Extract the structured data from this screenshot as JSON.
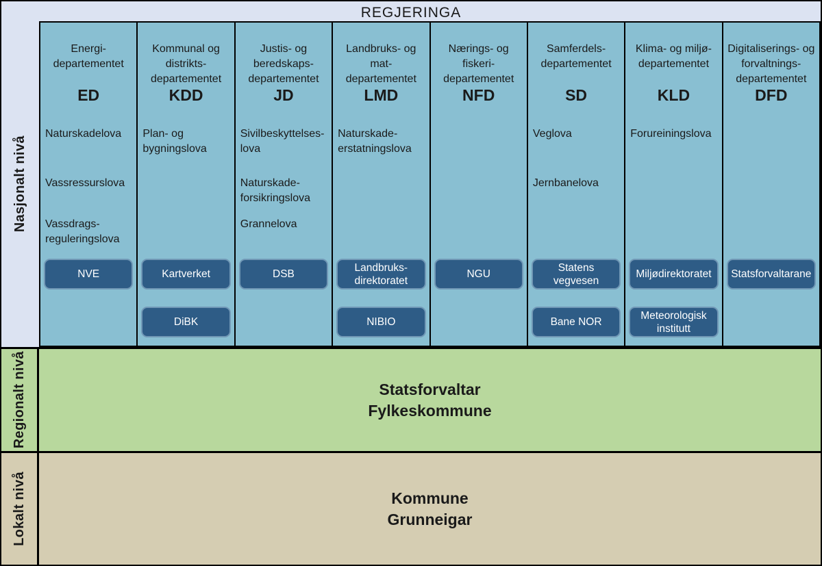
{
  "title": "REGJERINGA",
  "colors": {
    "band_lavender": "#dce3f2",
    "column_blue": "#89bfd2",
    "agency_navy": "#2e5c86",
    "regional_green": "#b8d89d",
    "local_tan": "#d5cdb2",
    "line_black": "#000000",
    "agency_text": "#ffffff"
  },
  "levels": {
    "national": {
      "label": "Nasjonalt nivå"
    },
    "regional": {
      "label": "Regionalt nivå",
      "text": "Statsforvaltar\nFylkeskommune"
    },
    "local": {
      "label": "Lokalt nivå",
      "text": "Kommune\nGrunneigar"
    }
  },
  "columns": [
    {
      "name": "Energi-\ndepartementet",
      "abbr": "ED",
      "laws": [
        "Naturskadelova",
        "Vassressurslova",
        "Vassdrags-\nreguleringslova"
      ],
      "agencies": [
        {
          "label": "NVE",
          "row": 0
        }
      ]
    },
    {
      "name": "Kommunal og\ndistrikts-\ndepartementet",
      "abbr": "KDD",
      "laws": [
        "Plan- og\nbygningslova"
      ],
      "agencies": [
        {
          "label": "Kartverket",
          "row": 0
        },
        {
          "label": "DiBK",
          "row": 1
        }
      ]
    },
    {
      "name": "Justis- og\nberedskaps-\ndepartementet",
      "abbr": "JD",
      "laws": [
        "Sivilbeskyttelses-\nlova",
        "Naturskade-\nforsikringslova",
        "Grannelova"
      ],
      "agencies": [
        {
          "label": "DSB",
          "row": 0
        }
      ]
    },
    {
      "name": "Landbruks- og\nmat-\ndepartementet",
      "abbr": "LMD",
      "laws": [
        "Naturskade-\nerstatningslova"
      ],
      "agencies": [
        {
          "label": "Landbruks-\ndirektoratet",
          "row": 0
        },
        {
          "label": "NIBIO",
          "row": 1
        }
      ]
    },
    {
      "name": "Nærings- og\nfiskeri-\ndepartementet",
      "abbr": "NFD",
      "laws": [],
      "agencies": [
        {
          "label": "NGU",
          "row": 0
        }
      ]
    },
    {
      "name": "Samferdels-\ndepartementet",
      "abbr": "SD",
      "laws": [
        "Veglova",
        "Jernbanelova"
      ],
      "agencies": [
        {
          "label": "Statens\nvegvesen",
          "row": 0
        },
        {
          "label": "Bane NOR",
          "row": 1
        }
      ]
    },
    {
      "name": "Klima- og miljø-\ndepartementet",
      "abbr": "KLD",
      "laws": [
        "Forureiningslova"
      ],
      "agencies": [
        {
          "label": "Miljødirektoratet",
          "row": 0
        },
        {
          "label": "Meteorologisk\ninstitutt",
          "row": 1
        }
      ]
    },
    {
      "name": "Digitaliserings- og\nforvaltnings-\ndepartementet",
      "abbr": "DFD",
      "laws": [],
      "agencies": [
        {
          "label": "Statsforvaltarane",
          "row": 0
        }
      ]
    }
  ]
}
